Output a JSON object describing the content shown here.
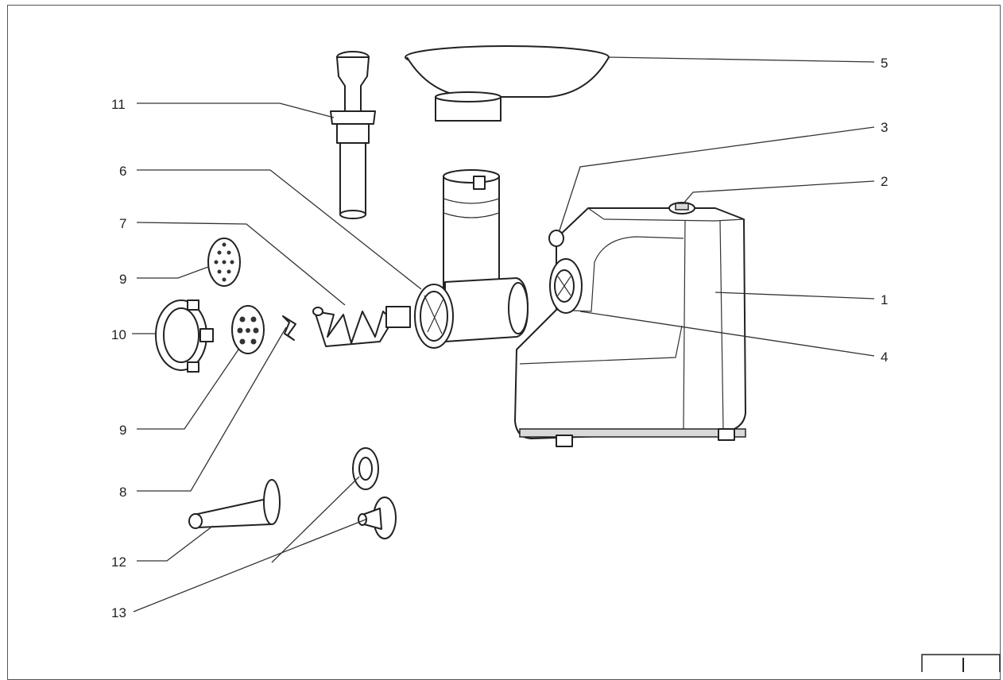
{
  "diagram": {
    "callouts": [
      {
        "id": "1",
        "text": "1"
      },
      {
        "id": "2",
        "text": "2"
      },
      {
        "id": "3",
        "text": "3"
      },
      {
        "id": "4",
        "text": "4"
      },
      {
        "id": "5",
        "text": "5"
      },
      {
        "id": "6",
        "text": "6"
      },
      {
        "id": "7",
        "text": "7"
      },
      {
        "id": "8",
        "text": "8"
      },
      {
        "id": "9a",
        "text": "9"
      },
      {
        "id": "9b",
        "text": "9"
      },
      {
        "id": "10",
        "text": "10"
      },
      {
        "id": "11",
        "text": "11"
      },
      {
        "id": "12",
        "text": "12"
      },
      {
        "id": "13",
        "text": "13"
      }
    ],
    "corner_box_text": ""
  }
}
